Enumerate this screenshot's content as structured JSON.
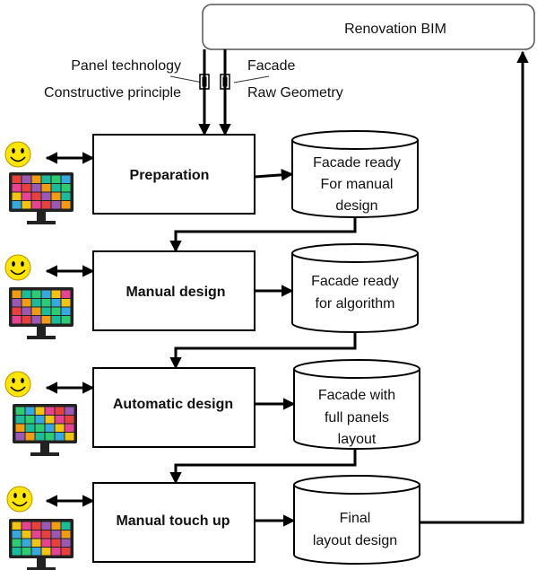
{
  "top_box": {
    "label": "Renovation BIM"
  },
  "inputs": {
    "left": [
      "Panel technology",
      "Constructive principle"
    ],
    "right": [
      "Facade",
      "Raw Geometry"
    ]
  },
  "steps": [
    {
      "label": "Preparation",
      "output": [
        "Facade ready",
        "For manual",
        "design"
      ]
    },
    {
      "label": "Manual design",
      "output": [
        "Facade ready",
        "for algorithm"
      ]
    },
    {
      "label": "Automatic design",
      "output": [
        "Facade with",
        "full panels",
        "layout"
      ]
    },
    {
      "label": "Manual touch up",
      "output": [
        "Final",
        "layout design"
      ]
    }
  ],
  "icons": [
    "smiley-face-icon",
    "monitor-icon"
  ],
  "colors": {
    "stroke": "#000000",
    "smiley_fill": "#ffe600",
    "tiles": [
      "#e8413d",
      "#36a9e1",
      "#f39c12",
      "#e84393",
      "#2ecc71",
      "#9b59b6",
      "#f1c40f",
      "#1abc9c"
    ]
  }
}
